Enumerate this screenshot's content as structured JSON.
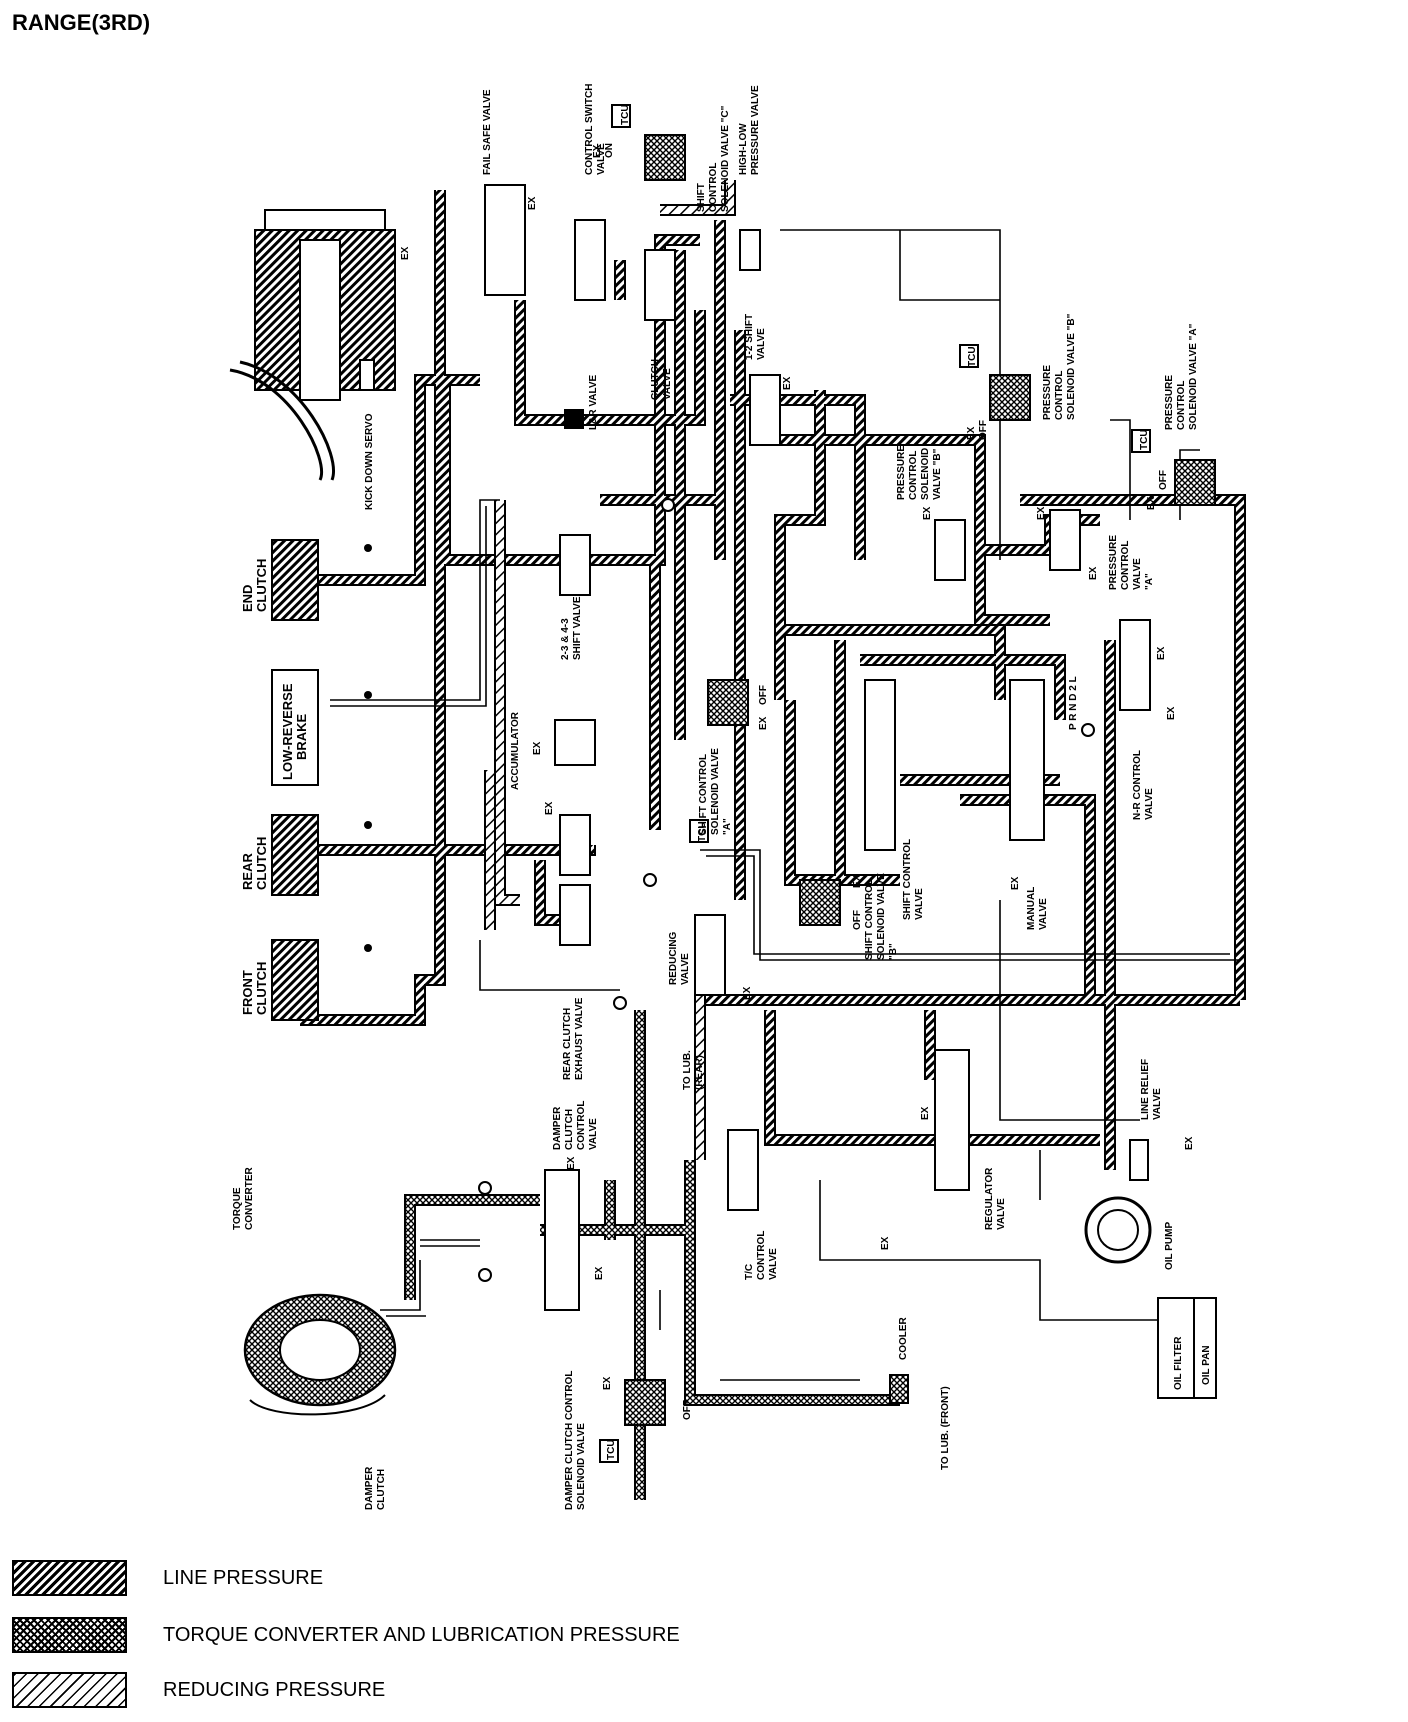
{
  "title": "RANGE(3RD)",
  "labels": {
    "fail_safe_valve": "FAIL SAFE VALVE",
    "control_switch_valve": [
      "CONTROL SWITCH",
      "VALVE"
    ],
    "shift_control_solenoid_c": [
      "SHIFT",
      "CONTROL",
      "SOLENOID VALVE \"C\""
    ],
    "high_low_pressure_valve": [
      "HIGH-LOW",
      "PRESSURE VALVE"
    ],
    "kick_down_servo": "KICK DOWN SERVO",
    "lr_valve": "L&R VALVE",
    "clutch_valve": [
      "CLUTCH",
      "VALVE"
    ],
    "shift_12_valve": [
      "1-2 SHIFT",
      "VALVE"
    ],
    "pcsv_b_top": [
      "PRESSURE",
      "CONTROL",
      "SOLENOID VALVE \"B\""
    ],
    "pcsv_a": [
      "PRESSURE",
      "CONTROL",
      "SOLENOID VALVE \"A\""
    ],
    "pcsv_b_mid": [
      "PRESSURE",
      "CONTROL",
      "SOLENOID",
      "VALVE \"B\""
    ],
    "pressure_control_valve_a": [
      "PRESSURE",
      "CONTROL",
      "VALVE",
      "\"A\""
    ],
    "end_clutch": [
      "END",
      "CLUTCH"
    ],
    "low_reverse_brake": [
      "LOW-REVERSE",
      "BRAKE"
    ],
    "rear_clutch": [
      "REAR",
      "CLUTCH"
    ],
    "front_clutch": [
      "FRONT",
      "CLUTCH"
    ],
    "shift_valve_23_43": [
      "2-3 & 4-3",
      "SHIFT VALVE"
    ],
    "accumulator": "ACCUMULATOR",
    "shift_control_solenoid_a": [
      "SHIFT CONTROL",
      "SOLENOID VALVE",
      "\"A\""
    ],
    "shift_control_valve": [
      "SHIFT CONTROL",
      "VALVE"
    ],
    "shift_control_solenoid_b": [
      "SHIFT CONTROL",
      "SOLENOID VALVE",
      "\"B\""
    ],
    "manual_valve": [
      "MANUAL",
      "VALVE"
    ],
    "nr_control_valve": [
      "N-R CONTROL",
      "VALVE"
    ],
    "manual_positions": "P R N D 2 L",
    "rear_clutch_exhaust_valve": [
      "REAR CLUTCH",
      "EXHAUST VALVE"
    ],
    "reducing_valve": [
      "REDUCING",
      "VALVE"
    ],
    "to_lub_rear": [
      "TO LUB.",
      "(REAR)"
    ],
    "damper_clutch_control_valve": [
      "DAMPER",
      "CLUTCH",
      "CONTROL",
      "VALVE"
    ],
    "line_relief_valve": [
      "LINE RELIEF",
      "VALVE"
    ],
    "torque_converter": [
      "TORQUE",
      "CONVERTER"
    ],
    "regulator_valve": [
      "REGULATOR",
      "VALVE"
    ],
    "tc_control_valve": [
      "T/C",
      "CONTROL",
      "VALVE"
    ],
    "oil_pump": "OIL PUMP",
    "damper_clutch": [
      "DAMPER",
      "CLUTCH"
    ],
    "damper_clutch_solenoid": [
      "DAMPER CLUTCH CONTROL",
      "SOLENOID VALVE"
    ],
    "cooler": "COOLER",
    "to_lub_front": "TO LUB. (FRONT)",
    "oil_filter": "OIL FILTER",
    "oil_pan": "OIL PAN",
    "ex": "EX",
    "off": "OFF",
    "on": "ON",
    "tcu": "TCU"
  },
  "legend": [
    {
      "label": "LINE PRESSURE",
      "pattern": "line"
    },
    {
      "label": "TORQUE CONVERTER AND LUBRICATION PRESSURE",
      "pattern": "crosshatch"
    },
    {
      "label": "REDUCING PRESSURE",
      "pattern": "sparse-hatch"
    }
  ]
}
